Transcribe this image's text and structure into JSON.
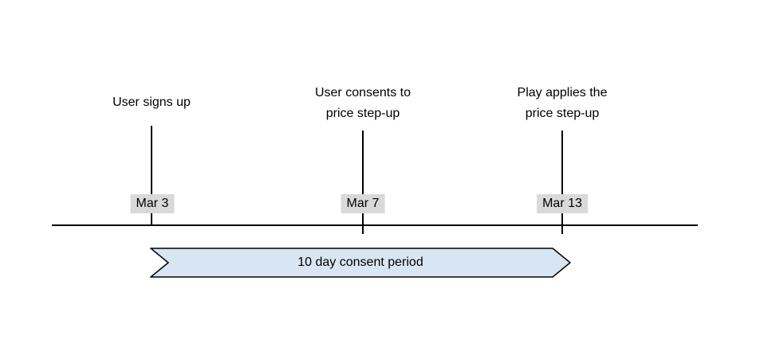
{
  "timeline": {
    "events": [
      {
        "label": "User signs up",
        "date": "Mar 3"
      },
      {
        "label": "User consents to\nprice step-up",
        "date": "Mar 7"
      },
      {
        "label": "Play applies the\nprice step-up",
        "date": "Mar 13"
      }
    ],
    "banner": {
      "label": "10 day consent period",
      "fill": "#d8e6f3",
      "border": "#000000"
    },
    "colors": {
      "date_badge_bg": "#d9d9d9",
      "line": "#000000",
      "background": "#ffffff"
    }
  }
}
